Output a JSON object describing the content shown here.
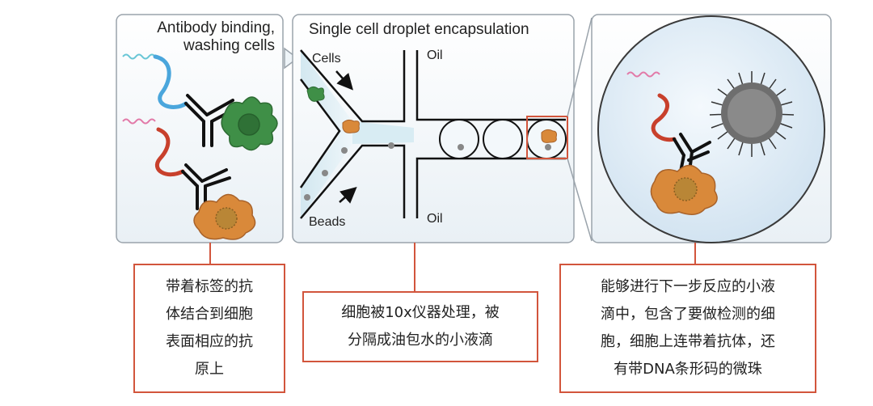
{
  "panels": {
    "p1_title": "Antibody binding,\nwashing cells",
    "p2_title": "Single cell droplet encapsulation",
    "cells_label": "Cells",
    "beads_label": "Beads",
    "oil_top": "Oil",
    "oil_bottom": "Oil"
  },
  "captions": {
    "left": "带着标签的抗\n体结合到细胞\n表面相应的抗\n原上",
    "middle": "细胞被10x仪器处理，被\n分隔成油包水的小液滴",
    "right": "能够进行下一步反应的小液\n滴中，包含了要做检测的细\n胞，细胞上连带着抗体，还\n有带DNA条形码的微珠"
  },
  "colors": {
    "caption_border": "#d2553c",
    "green_cell": "#3f8f47",
    "orange_cell": "#d9893a",
    "blue_oligo": "#4aa6dc",
    "red_oligo": "#c8402c",
    "pink_barcode": "#e27aa8",
    "cyan_barcode": "#69c6d6"
  }
}
